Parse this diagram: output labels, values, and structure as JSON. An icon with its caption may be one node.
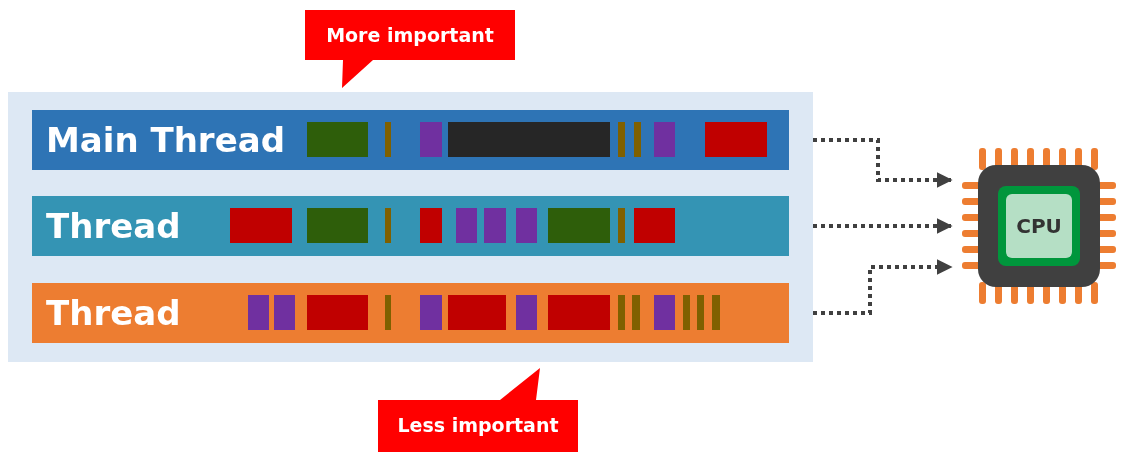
{
  "diagram": {
    "nodes": [
      {
        "text": [],
        "shape": "box"
      },
      {
        "text": [
          "Main Thread"
        ],
        "in": 0
      },
      {
        "text": [
          "Thread"
        ],
        "in": 0
      },
      {
        "text": [
          "Thread"
        ],
        "in": 0
      },
      {
        "text": [
          "CPU"
        ]
      },
      {
        "text": [
          "More important"
        ]
      },
      {
        "text": [
          "Less important"
        ]
      }
    ],
    "edges": [
      {
        "from": 1,
        "to": 4,
        "arrow": "to",
        "style": "dashed"
      },
      {
        "from": 2,
        "to": 4,
        "arrow": "to",
        "style": "dashed"
      },
      {
        "from": 3,
        "to": 4,
        "arrow": "to",
        "style": "dashed"
      }
    ]
  }
}
